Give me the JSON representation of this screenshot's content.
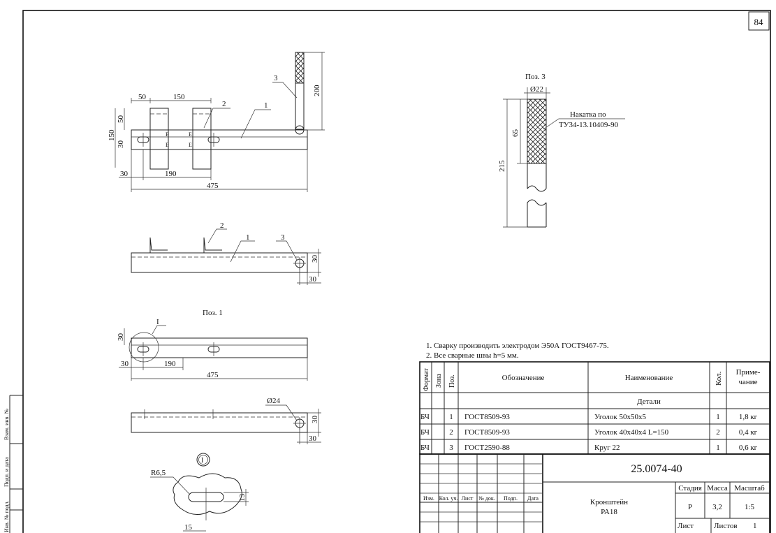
{
  "sheet": {
    "number": "84"
  },
  "notes": {
    "line1": "1. Сварку производить электродом Э50А ГОСТ9467-75.",
    "line2": "2. Все сварные швы h=5 мм."
  },
  "views": {
    "poz3_title": "Поз. 3",
    "poz3_diameter": "Ø22",
    "poz3_note_line1": "Накатка по",
    "poz3_note_line2": "ТУ34-13.10409-90",
    "poz3_dim_65": "65",
    "poz3_dim_215": "215",
    "poz1_title": "Поз. 1",
    "detail_mark": "I",
    "detail_circle_label": "I",
    "detail_radius": "R6,5",
    "detail_dim_13": "13",
    "detail_dim_15": "15",
    "hole_diameter": "Ø24",
    "top_dims": {
      "d50": "50",
      "d150": "150",
      "d50v": "50",
      "d150v": "150",
      "d30v": "30",
      "d30": "30",
      "d190": "190",
      "d475": "475",
      "d200": "200"
    },
    "front_dims": {
      "d30a": "30",
      "d30b": "30"
    },
    "poz1_dims": {
      "d30v": "30",
      "d30": "30",
      "d190": "190",
      "d475": "475"
    },
    "poz1_side_dims": {
      "d30a": "30",
      "d30b": "30"
    },
    "leaders": {
      "p1": "1",
      "p2": "2",
      "p3": "3",
      "f1": "1",
      "f2": "2",
      "f3": "3"
    }
  },
  "spec_table": {
    "headers": {
      "format": "Формат",
      "zone": "Зона",
      "pos": "Поз.",
      "designation": "Обозначение",
      "name": "Наименование",
      "qty": "Кол.",
      "note_l1": "Приме-",
      "note_l2": "чание"
    },
    "section": "Детали",
    "rows": [
      {
        "format": "БЧ",
        "pos": "1",
        "designation": "ГОСТ8509-93",
        "name": "Уголок 50х50х5",
        "qty": "1",
        "note": "1,8 кг"
      },
      {
        "format": "БЧ",
        "pos": "2",
        "designation": "ГОСТ8509-93",
        "name": "Уголок 40х40х4 L=150",
        "qty": "2",
        "note": "0,4 кг"
      },
      {
        "format": "БЧ",
        "pos": "3",
        "designation": "ГОСТ2590-88",
        "name": "Круг 22",
        "qty": "1",
        "note": "0,6 кг"
      }
    ]
  },
  "title_block": {
    "doc_number": "25.0074-40",
    "title_line1": "Кронштейн",
    "title_line2": "РА18",
    "stage_label": "Стадия",
    "mass_label": "Масса",
    "scale_label": "Масштаб",
    "stage": "Р",
    "mass": "3,2",
    "scale": "1:5",
    "sheet_label": "Лист",
    "sheets_label": "Листов",
    "sheets": "1",
    "col_izm": "Изм.",
    "col_kol": "Кол. уч.",
    "col_list": "Лист",
    "col_doc": "№ док.",
    "col_sign": "Подп.",
    "col_date": "Дата"
  },
  "margin_stamp": {
    "l1": "Инв. № подл.",
    "l2": "Подп. и дата",
    "l3": "Взам. инв. №"
  }
}
